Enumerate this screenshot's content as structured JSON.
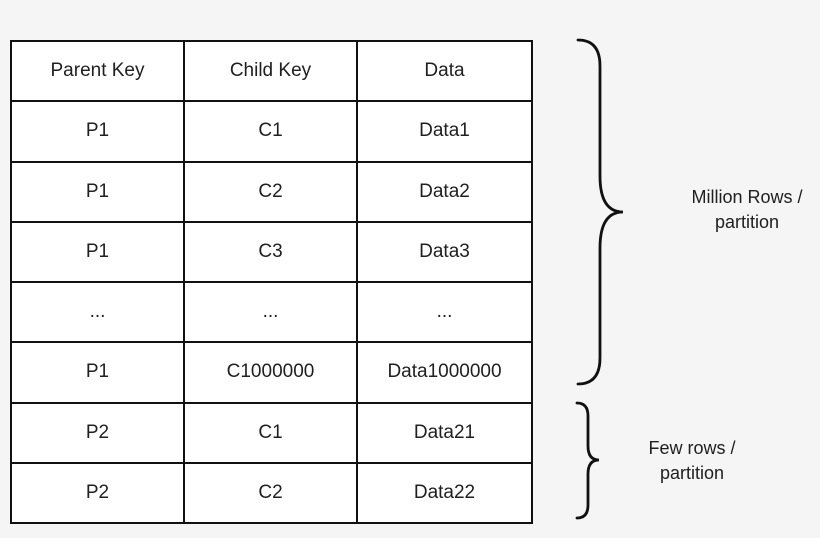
{
  "colors": {
    "background": "#f5f5f5",
    "cell_background": "#ffffff",
    "border": "#111111",
    "text": "#202020"
  },
  "table": {
    "headers": [
      "Parent Key",
      "Child Key",
      "Data"
    ],
    "rows": [
      [
        "P1",
        "C1",
        "Data1"
      ],
      [
        "P1",
        "C2",
        "Data2"
      ],
      [
        "P1",
        "C3",
        "Data3"
      ],
      [
        "...",
        "...",
        "..."
      ],
      [
        "P1",
        "C1000000",
        "Data1000000"
      ],
      [
        "P2",
        "C1",
        "Data21"
      ],
      [
        "P2",
        "C2",
        "Data22"
      ]
    ]
  },
  "annotations": {
    "large_brace_label": "Million Rows /\npartition",
    "small_brace_label": "Few rows /\npartition"
  }
}
